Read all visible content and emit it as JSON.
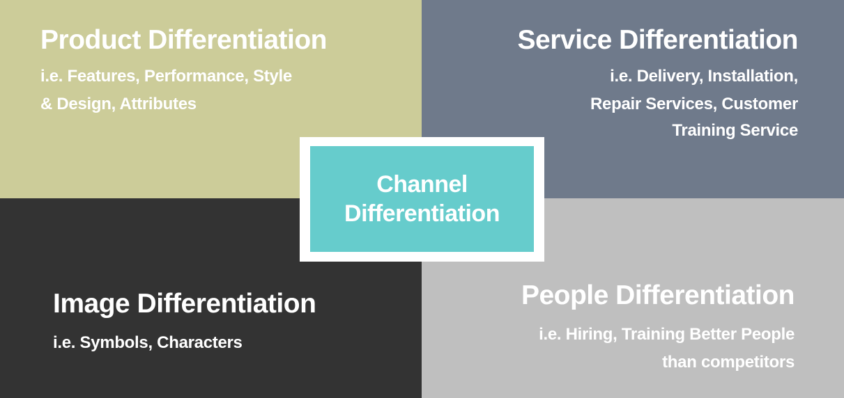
{
  "quadrants": {
    "product": {
      "title": "Product Differentiation",
      "lines": [
        "i.e. Features, Performance, Style",
        "& Design, Attributes"
      ],
      "color": "#cccc99"
    },
    "service": {
      "title": "Service Differentiation",
      "lines": [
        "i.e. Delivery, Installation,",
        "Repair Services, Customer",
        "Training Service"
      ],
      "color": "#6f7a8b"
    },
    "image": {
      "title": "Image Differentiation",
      "lines": [
        "i.e. Symbols, Characters"
      ],
      "color": "#333333"
    },
    "people": {
      "title": "People Differentiation",
      "lines": [
        "i.e. Hiring, Training Better People",
        "than competitors"
      ],
      "color": "#bfbfbf"
    }
  },
  "center": {
    "lines": [
      "Channel",
      "Differentiation"
    ],
    "color": "#66cccc"
  }
}
